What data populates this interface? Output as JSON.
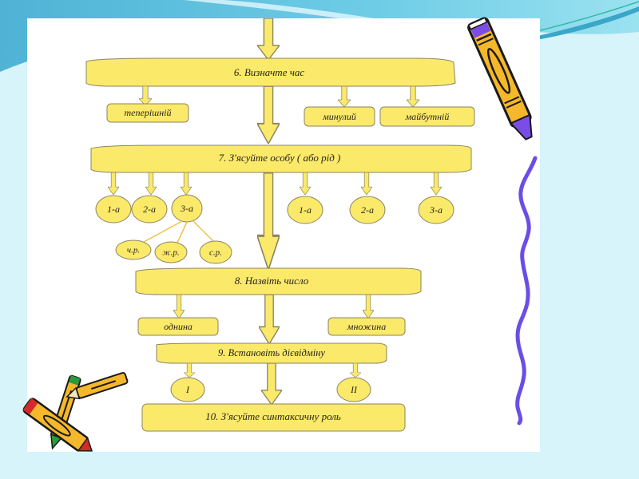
{
  "colors": {
    "box_fill": "#fbe96a",
    "box_stroke": "#8a8468",
    "connector": "#f0c24a",
    "background": "#d6f4fa",
    "panel": "#ffffff",
    "squiggle": "#6a4ee6"
  },
  "steps": {
    "step6": {
      "title": "6. Визначте час",
      "options": [
        "теперішній",
        "минулий",
        "майбутній"
      ]
    },
    "step7": {
      "title": "7. З'ясуйте особу ( або рід )",
      "left_persons": [
        "1-а",
        "2-а",
        "3-а"
      ],
      "genders": [
        "ч.р.",
        "ж.р.",
        "с.р."
      ],
      "right_persons": [
        "1-а",
        "2-а",
        "3-а"
      ]
    },
    "step8": {
      "title": "8. Назвіть число",
      "options": [
        "однина",
        "множина"
      ]
    },
    "step9": {
      "title": "9. Встановіть дієвідміну",
      "options": [
        "I",
        "II"
      ]
    },
    "step10": {
      "title": "10. З'ясуйте синтаксичну роль"
    }
  },
  "decorations": {
    "top_right": "pencil-icon",
    "bottom_left": "crossed-pencils-icon",
    "right_edge": "squiggle-line"
  }
}
